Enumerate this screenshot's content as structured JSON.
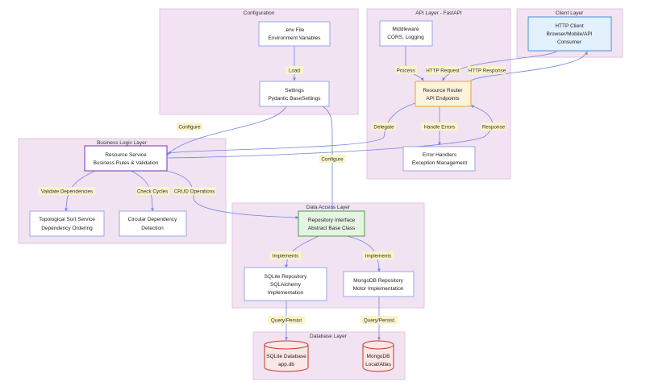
{
  "groups": {
    "configuration": "Configuration",
    "api_layer": "API Layer - FastAPI",
    "client_layer": "Client Layer",
    "business_logic": "Business Logic Layer",
    "data_access": "Data Access Layer",
    "database": "Database Layer"
  },
  "nodes": {
    "env_file": {
      "line1": ".env File",
      "line2": "Environment Variables"
    },
    "settings": {
      "line1": "Settings",
      "line2": "Pydantic BaseSettings"
    },
    "middleware": {
      "line1": "Middleware",
      "line2": "CORS, Logging"
    },
    "http_client": {
      "line1": "HTTP Client",
      "line2": "Browser/Mobile/API",
      "line3": "Consumer"
    },
    "resource_router": {
      "line1": "Resource Router",
      "line2": "API Endpoints"
    },
    "error_handlers": {
      "line1": "Error Handlers",
      "line2": "Exception Management"
    },
    "resource_service": {
      "line1": "Resource Service",
      "line2": "Business Rules & Validation"
    },
    "topo_sort": {
      "line1": "Topological Sort Service",
      "line2": "Dependency Ordering"
    },
    "circular_dep": {
      "line1": "Circular Dependency",
      "line2": "Detection"
    },
    "repo_interface": {
      "line1": "Repository Interface",
      "line2": "Abstract Base Class"
    },
    "sqlite_repo": {
      "line1": "SQLite Repository",
      "line2": "SQLAlchemy",
      "line3": "Implementation"
    },
    "mongo_repo": {
      "line1": "MongoDB Repository",
      "line2": "Motor Implementation"
    },
    "sqlite_db": {
      "line1": "SQLite Database",
      "line2": "app.db"
    },
    "mongo_db": {
      "line1": "MongoDB",
      "line2": "Local/Atlas"
    }
  },
  "edges": {
    "load": "Load",
    "configure_service": "Configure",
    "configure_repo": "Configure",
    "process": "Process",
    "http_request": "HTTP Request",
    "http_response": "HTTP Response",
    "delegate": "Delegate",
    "handle_errors": "Handle Errors",
    "response": "Response",
    "validate_dependencies": "Validate Dependencies",
    "check_cycles": "Check Cycles",
    "crud_operations": "CRUD Operations",
    "implements_sqlite": "Implements",
    "implements_mongo": "Implements",
    "query_persist_sqlite": "Query/Persist",
    "query_persist_mongo": "Query/Persist"
  },
  "colors": {
    "group_fill": "#f2e3f2",
    "group_border": "#e3c6e3",
    "node_border": "#9aa4e8",
    "edge": "#6f86e0",
    "edge_label_bg": "#fbf4c8",
    "client_fill": "#e3f1fc",
    "client_border": "#4a8fd8",
    "router_fill": "#fff3e0",
    "router_border": "#f0a030",
    "service_border": "#8a4fc0",
    "repo_fill": "#e6f4e2",
    "repo_border": "#4c9a4c",
    "db_fill": "#fde6e6",
    "db_border": "#c0392b"
  }
}
